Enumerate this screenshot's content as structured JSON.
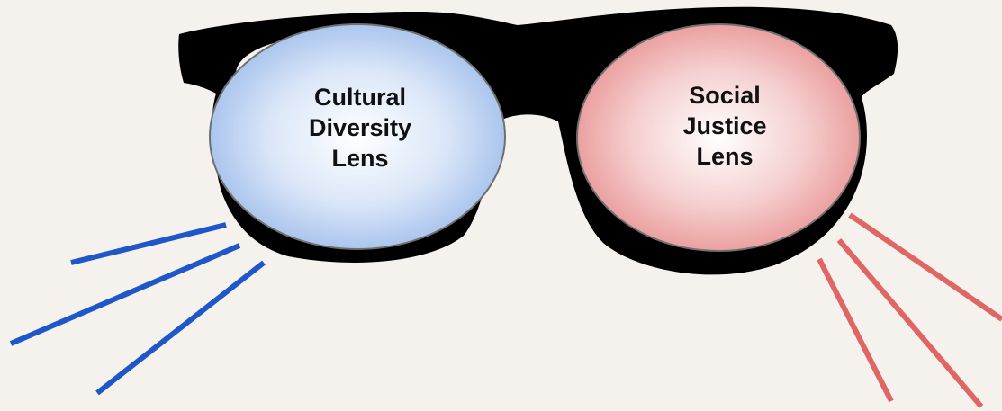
{
  "lenses": {
    "left": {
      "lines": [
        "Cultural",
        "Diversity",
        "Lens"
      ],
      "color": "#a9c4ee"
    },
    "right": {
      "lines": [
        "Social",
        "Justice",
        "Lens"
      ],
      "color": "#ee9f9f"
    }
  },
  "colors": {
    "frame": "#000000",
    "left_rays": "#1f56c8",
    "right_rays": "#e06666",
    "background": "#f5f2ee"
  }
}
